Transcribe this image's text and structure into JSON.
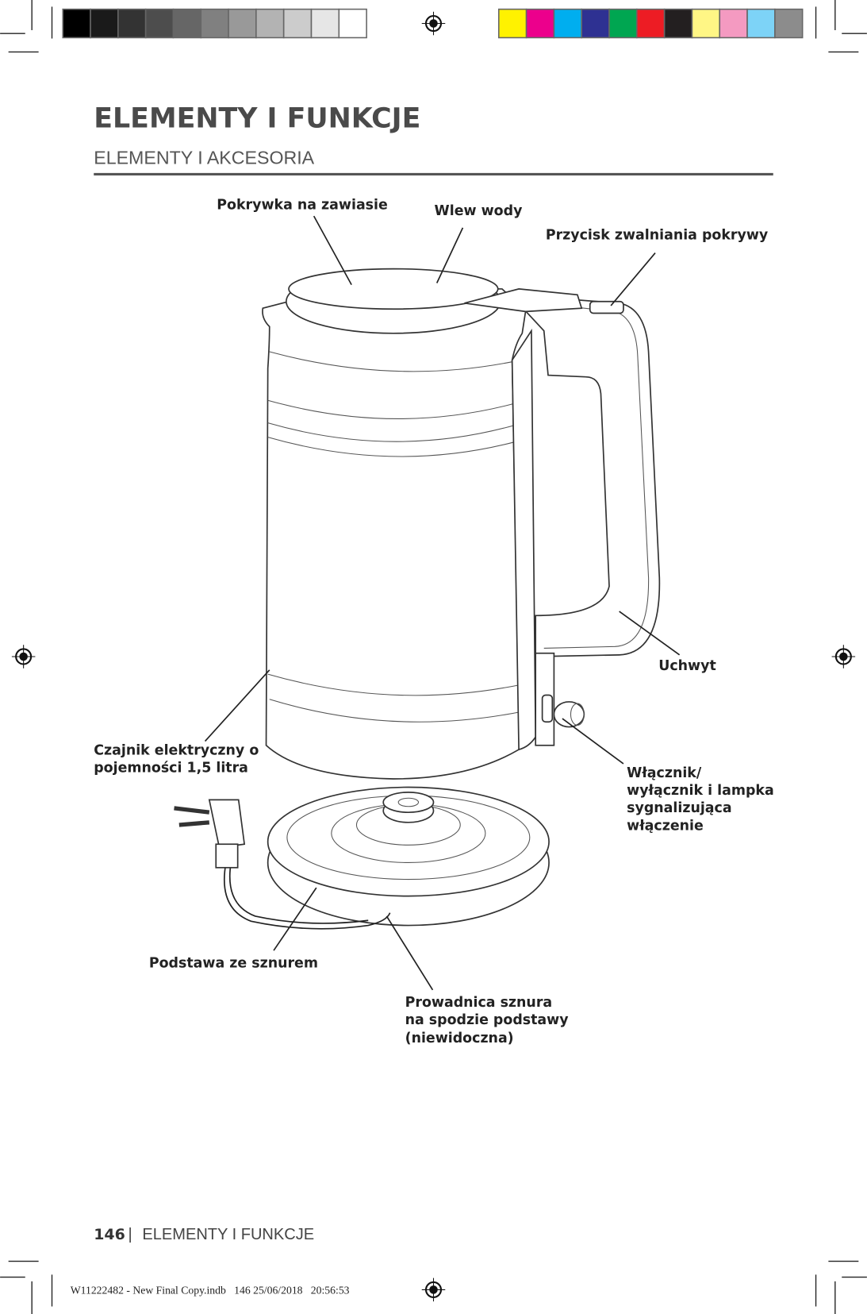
{
  "color_bar": {
    "grays": [
      "#000000",
      "#1a1a1a",
      "#333333",
      "#4d4d4d",
      "#666666",
      "#808080",
      "#999999",
      "#b3b3b3",
      "#cccccc",
      "#e6e6e6",
      "#ffffff"
    ],
    "colors": [
      "#fff200",
      "#ec008c",
      "#00aeef",
      "#2e3192",
      "#00a651",
      "#ed1c24",
      "#231f20",
      "#fff685",
      "#f49ac1",
      "#7dd3f7",
      "#8c8c8c"
    ]
  },
  "header": {
    "title": "ELEMENTY I FUNKCJE",
    "subtitle": "ELEMENTY I AKCESORIA"
  },
  "labels": {
    "lid": "Pokrywka na zawiasie",
    "spout": "Wlew wody",
    "release": "Przycisk zwalniania pokrywy",
    "handle": "Uchwyt",
    "kettle": [
      "Czajnik elektryczny o",
      "pojemności 1,5 litra"
    ],
    "switch": [
      "Włącznik/",
      "wyłącznik i lampka",
      "sygnalizująca",
      "włączenie"
    ],
    "base": "Podstawa ze sznurem",
    "cord_guide": [
      "Prowadnica sznura",
      "na spodzie podstawy",
      "(niewidoczna)"
    ]
  },
  "footer": {
    "page": "146",
    "separator": "|",
    "section": "ELEMENTY I FUNKCJE"
  },
  "slug": "W11222482 - New Final Copy.indb   146 25/06/2018   20:56:53"
}
